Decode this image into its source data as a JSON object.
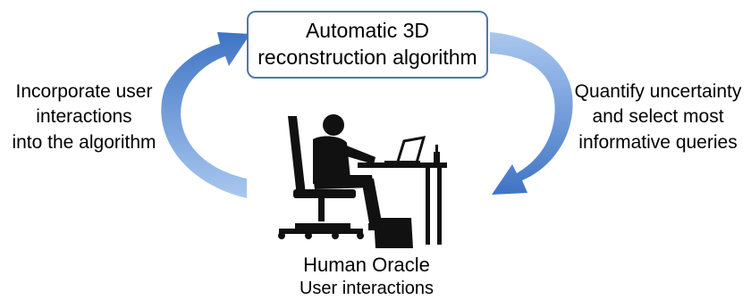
{
  "algorithm_box": {
    "line1": "Automatic 3D",
    "line2": "reconstruction algorithm"
  },
  "left_label": {
    "line1": "Incorporate user",
    "line2": "interactions",
    "line3": "into the algorithm"
  },
  "right_label": {
    "line1": "Quantify uncertainty",
    "line2": "and select most",
    "line3": "informative queries"
  },
  "oracle": {
    "title": "Human Oracle",
    "subtitle": "User interactions"
  },
  "colors": {
    "arrow_light": "#8fb6e6",
    "arrow_dark": "#3f74c4",
    "box_border": "#4f77aa",
    "silhouette": "#111111"
  },
  "icons": {
    "left_arrow": "curved-arrow-up-icon",
    "right_arrow": "curved-arrow-down-icon",
    "oracle": "person-at-desk-icon"
  }
}
